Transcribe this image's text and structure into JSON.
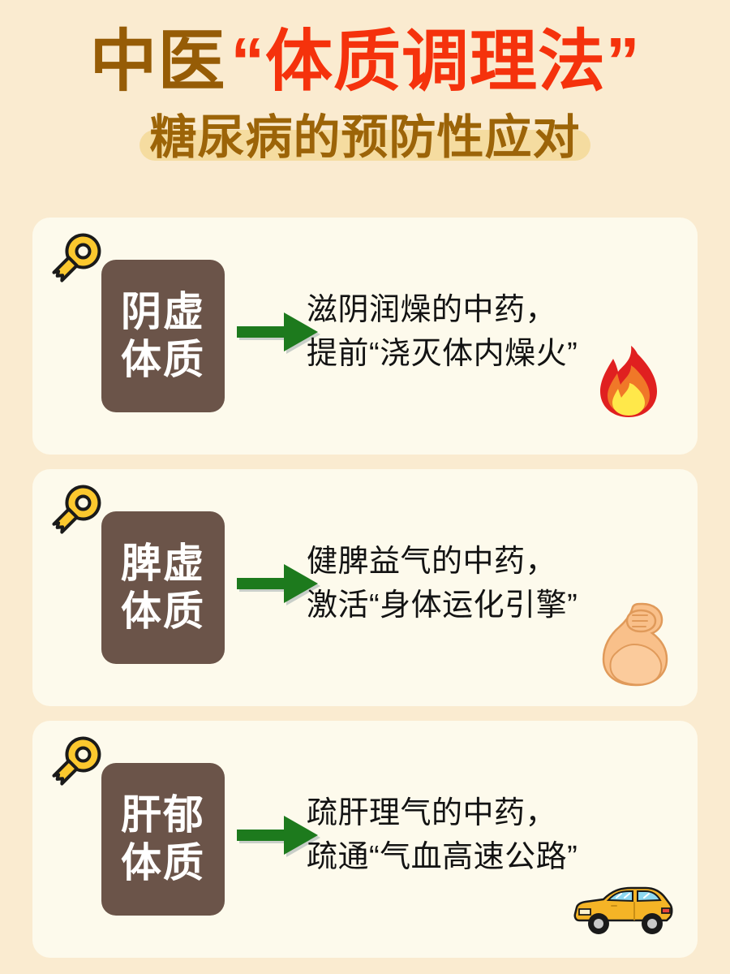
{
  "header": {
    "title_brown": "中医",
    "title_red": "“体质调理法”",
    "subtitle": "糖尿病的预防性应对"
  },
  "colors": {
    "page_background": "#faebd0",
    "card_background": "#fdfaec",
    "title_brown": "#965c06",
    "title_red": "#f5320c",
    "subtitle_brown": "#9c6408",
    "subtitle_highlight": "#f5dca0",
    "type_box_brown": "#6b5449",
    "type_box_text": "#ffffff",
    "arrow_green": "#1d7a1d",
    "body_text": "#131313",
    "key_gold": "#fbc82e",
    "fire_red": "#e02020",
    "fire_orange": "#f07828",
    "fire_yellow": "#ffe84a",
    "muscle_skin": "#f9c08a",
    "car_yellow": "#f5b426",
    "car_window": "#8ed8f0"
  },
  "cards": [
    {
      "icon": "key-icon",
      "type_line1": "阴虚",
      "type_line2": "体质",
      "arrow": "green-arrow-icon",
      "text_line1": "滋阴润燥的中药，",
      "text_line2": "提前“浇灭体内燥火”",
      "emoji": "fire-emoji"
    },
    {
      "icon": "key-icon",
      "type_line1": "脾虚",
      "type_line2": "体质",
      "arrow": "green-arrow-icon",
      "text_line1": "健脾益气的中药，",
      "text_line2": "激活“身体运化引擎”",
      "emoji": "flexed-biceps-emoji"
    },
    {
      "icon": "key-icon",
      "type_line1": "肝郁",
      "type_line2": "体质",
      "arrow": "green-arrow-icon",
      "text_line1": "疏肝理气的中药，",
      "text_line2": "疏通“气血高速公路”",
      "emoji": "car-emoji"
    }
  ]
}
